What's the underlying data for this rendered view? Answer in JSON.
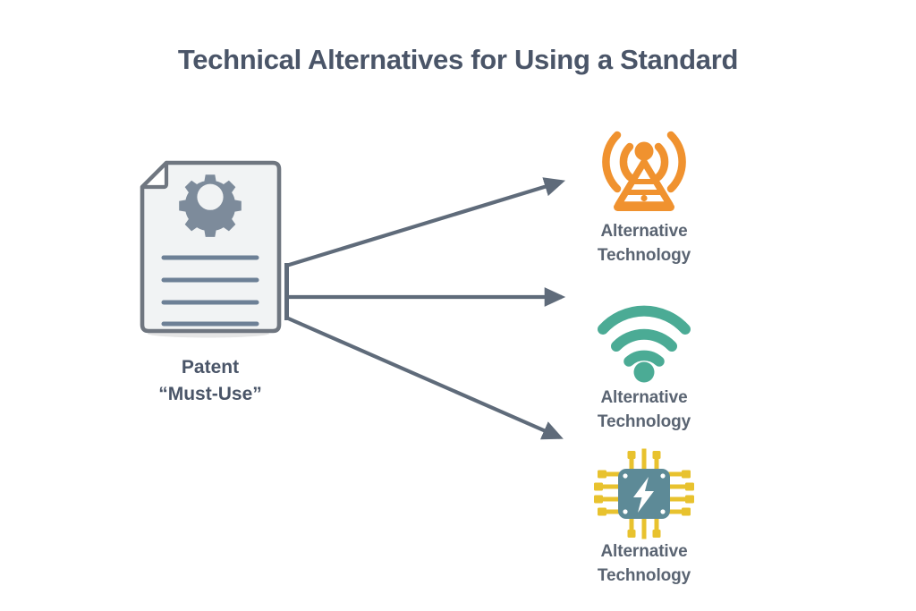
{
  "title": "Technical Alternatives for Using a Standard",
  "colors": {
    "background": "#ffffff",
    "title_text": "#4a5568",
    "label_text": "#5a6472",
    "arrow": "#5f6b7a",
    "document_fill": "#f1f3f4",
    "document_stroke": "#6f7680",
    "gear": "#7d8b9b",
    "doc_line": "#6d8096",
    "antenna_orange": "#f0922f",
    "wifi_teal": "#4bab95",
    "chip_body": "#5d8a97",
    "chip_pin_gold": "#e8c22e",
    "chip_bolt": "#ffffff"
  },
  "source": {
    "id": "patent",
    "icon": "document-gear-icon",
    "label_line1": "Patent",
    "label_line2": "“Must-Use”",
    "doc_text_lines": 4
  },
  "connections": [
    {
      "id": "arrow-to-alt-1",
      "from": "patent",
      "to": "alt-1",
      "style": "solid-arrow"
    },
    {
      "id": "arrow-to-alt-2",
      "from": "patent",
      "to": "alt-2",
      "style": "solid-arrow"
    },
    {
      "id": "arrow-to-alt-3",
      "from": "patent",
      "to": "alt-3",
      "style": "solid-arrow"
    }
  ],
  "alternatives": [
    {
      "id": "alt-1",
      "icon": "antenna-tower-icon",
      "icon_color": "#f0922f",
      "label_line1": "Alternative",
      "label_line2": "Technology"
    },
    {
      "id": "alt-2",
      "icon": "wifi-signal-icon",
      "icon_color": "#4bab95",
      "label_line1": "Alternative",
      "label_line2": "Technology"
    },
    {
      "id": "alt-3",
      "icon": "microchip-bolt-icon",
      "icon_color": "#e8c22e",
      "label_line1": "Alternative",
      "label_line2": "Technology"
    }
  ]
}
